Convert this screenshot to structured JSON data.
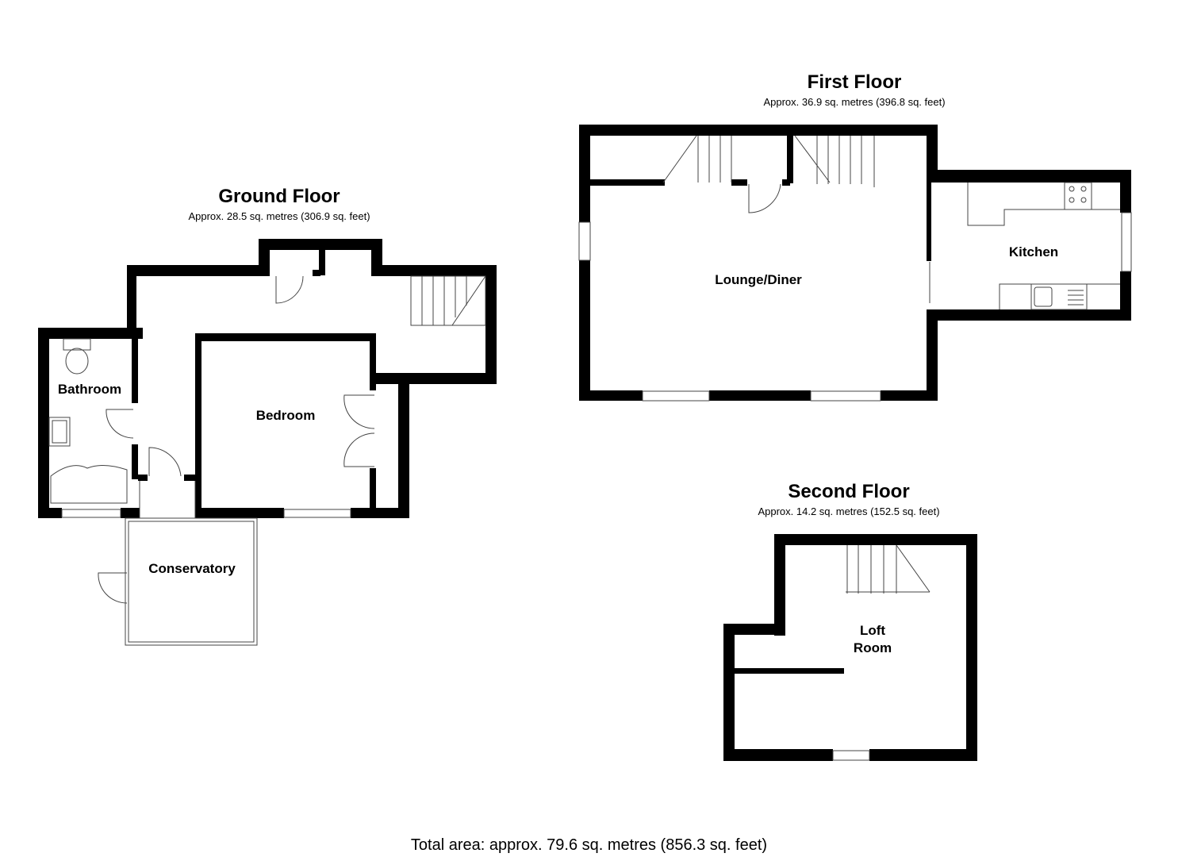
{
  "floors": {
    "ground": {
      "title": "Ground Floor",
      "area": "Approx. 28.5 sq. metres (306.9 sq. feet)",
      "rooms": [
        "Bathroom",
        "Bedroom",
        "Conservatory"
      ]
    },
    "first": {
      "title": "First Floor",
      "area": "Approx. 36.9 sq. metres (396.8 sq. feet)",
      "rooms": [
        "Lounge/Diner",
        "Kitchen"
      ]
    },
    "second": {
      "title": "Second Floor",
      "area": "Approx. 14.2 sq. metres (152.5 sq. feet)",
      "rooms": [
        "Loft",
        "Room"
      ]
    }
  },
  "total": "Total area: approx. 79.6 sq. metres (856.3 sq. feet)",
  "colors": {
    "wall": "#000000",
    "background": "#ffffff",
    "fixture": "#555555"
  }
}
